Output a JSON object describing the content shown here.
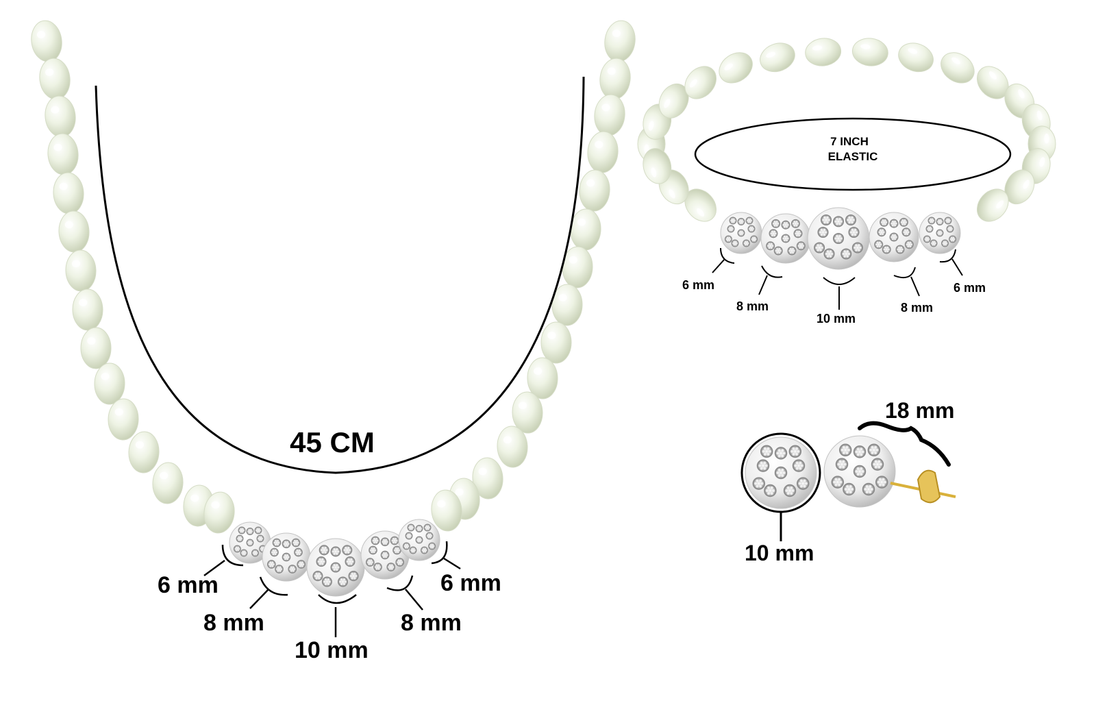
{
  "necklace": {
    "length_label": "45 CM",
    "bead_labels": {
      "left_small": "6 mm",
      "left_mid": "8 mm",
      "center": "10 mm",
      "right_mid": "8 mm",
      "right_small": "6 mm"
    }
  },
  "bracelet": {
    "elastic_label_line1": "7 INCH",
    "elastic_label_line2": "ELASTIC",
    "bead_labels": {
      "left_small": "6 mm",
      "left_mid": "8 mm",
      "center": "10 mm",
      "right_mid": "8 mm",
      "right_small": "6 mm"
    }
  },
  "earrings": {
    "diameter_label": "10 mm",
    "length_label": "18 mm"
  },
  "colors": {
    "pearl": "#eef3e4",
    "pearl_shade": "#c9d1b9",
    "crystal": "#f2f2f2",
    "crystal_shade": "#a9a9a9",
    "line": "#000000",
    "gold": "#d9b13b"
  }
}
